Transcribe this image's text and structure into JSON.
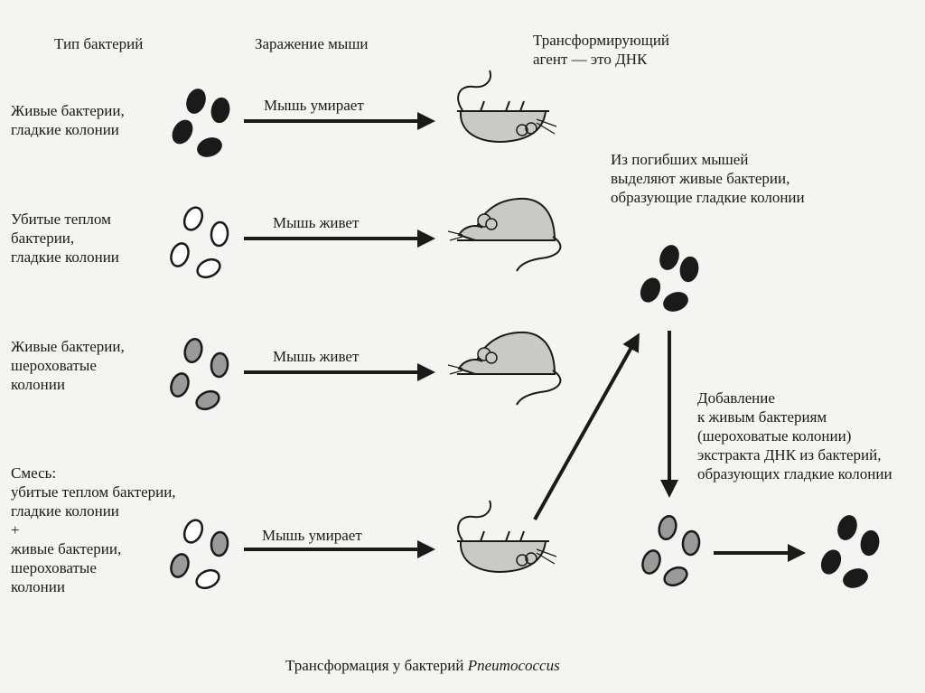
{
  "headers": {
    "bacteria_type": "Тип бактерий",
    "mouse_infection": "Заражение мыши",
    "transforming_agent": "Трансформирующий\nагент — это ДНК"
  },
  "rows": [
    {
      "label": "Живые бактерии,\nгладкие колонии",
      "outcome": "Мышь умирает"
    },
    {
      "label": "Убитые теплом\nбактерии,\nгладкие колонии",
      "outcome": "Мышь живет"
    },
    {
      "label": "Живые бактерии,\nшероховатые\nколонии",
      "outcome": "Мышь живет"
    },
    {
      "label": "Смесь:\nубитые теплом бактерии,\nгладкие колонии\n+\nживые бактерии,\nшероховатые\nколонии",
      "outcome": "Мышь умирает"
    }
  ],
  "notes": {
    "isolated": "Из погибших мышей\nвыделяют живые бактерии,\nобразующие гладкие колонии",
    "addition": "Добавление\nк живым бактериям\n(шероховатые колонии)\nэкстракта ДНК из бактерий,\nобразующих гладкие колонии"
  },
  "caption": {
    "text": "Трансформация у бактерий ",
    "genus": "Pneumococcus"
  },
  "colors": {
    "smooth_live": "#1a1a1a",
    "heat_killed": "#ffffff",
    "rough_live": "#9a9a9a",
    "mouse_body": "#c9c9c5",
    "outline": "#1a1a1a"
  }
}
